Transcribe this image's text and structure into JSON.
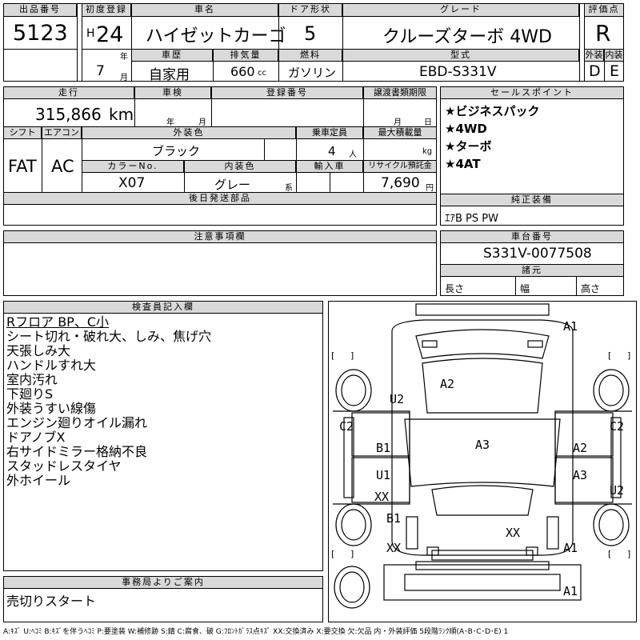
{
  "header": {
    "lot_no_label": "出品番号",
    "lot_no": "5123",
    "reg_label": "初度登録",
    "era": "H",
    "reg_year": "24",
    "year_unit": "年",
    "reg_month": "7",
    "month_unit": "月",
    "name_label": "車名",
    "name": "ハイゼットカーゴ",
    "door_label": "ドア形状",
    "doors": "5",
    "grade_label": "グレード",
    "grade": "クルーズターボ 4WD",
    "score_label": "評価点",
    "score": "R",
    "history_label": "車歴",
    "history": "自家用",
    "disp_label": "排気量",
    "disp": "660",
    "disp_unit": "cc",
    "fuel_label": "燃料",
    "fuel": "ガソリン",
    "model_label": "型式",
    "model": "EBD-S331V",
    "ext_label": "外装",
    "ext": "D",
    "int_label": "内装",
    "int": "E"
  },
  "row2": {
    "mileage_label": "走行",
    "mileage": "315,866",
    "mileage_unit": "km",
    "inspection_label": "車検",
    "insp_year_unit": "年",
    "insp_month_unit": "月",
    "regno_label": "登録番号",
    "transfer_label": "譲渡書類期限",
    "transfer_month_unit": "月",
    "transfer_day_unit": "日",
    "shift_label": "シフト",
    "shift": "FAT",
    "ac_label": "エアコン",
    "ac": "AC",
    "color_label": "外装色",
    "color": "ブラック",
    "capacity_label": "乗車定員",
    "capacity": "4",
    "capacity_unit": "人",
    "maxload_label": "最大積載量",
    "maxload_unit": "kg",
    "colorno_label": "カラーNo.",
    "colorno": "X07",
    "intcolor_label": "内装色",
    "intcolor": "グレー",
    "intcolor_unit": "系",
    "import_label": "輸入車",
    "recycle_label": "リサイクル預託金",
    "recycle": "7,690",
    "recycle_unit": "円",
    "later_label": "後日発送部品",
    "sales_label": "セールスポイント",
    "sales": [
      "★ビジネスパック",
      "★4WD",
      "★ターボ",
      "★4AT"
    ],
    "equip_label": "純正装備",
    "equip": "ｴｱB PS PW"
  },
  "notes_area": {
    "caution_label": "注意事項欄",
    "chassis_label": "車台番号",
    "chassis": "S331V-0077508",
    "dims_label": "諸元",
    "len": "長さ",
    "wid": "幅",
    "hgt": "高さ"
  },
  "inspector": {
    "label": "検査員記入欄",
    "lines": [
      "Rフロア BP、C小",
      "シート切れ・破れ大、しみ、焦げ穴",
      "天張しみ大",
      "ハンドルすれ大",
      "室内汚れ",
      "下廻りS",
      "外装うすい線傷",
      "エンジン廻りオイル漏れ",
      "ドアノブX",
      "右サイドミラー格納不良",
      "スタッドレスタイヤ",
      "外ホイール"
    ]
  },
  "office": {
    "label": "事務局よりご案内",
    "text": "売切りスタート"
  },
  "diagram": {
    "labels": {
      "a1_top": "A1",
      "a2_roof": "A2",
      "u2_left": "U2",
      "c2_left": "C2",
      "c2_right": "C2",
      "b1_left": "B1",
      "a3_center": "A3",
      "a2_right": "A2",
      "u1_left": "U1",
      "a3_right": "A3",
      "xx_left1": "XX",
      "u2_right": "U2",
      "b1_left2": "B1",
      "xx_mid": "XX",
      "xx_left2": "XX",
      "a1_right": "A1",
      "a1_bottom": "A1"
    }
  },
  "footer": "A:ｷｽﾞ U:ﾍｺﾐ B:ｷｽﾞを伴うﾍｺﾐ P:要塗装 W:補修跡 S:錆 C:腐食、破 G:ﾌﾛﾝﾄｶﾞﾗｽ点ｷｽﾞ XX:交換済み X:要交換 欠:欠品 内・外装評価 5段階ﾗﾝｸ順(A･B･C･D･E) 1"
}
